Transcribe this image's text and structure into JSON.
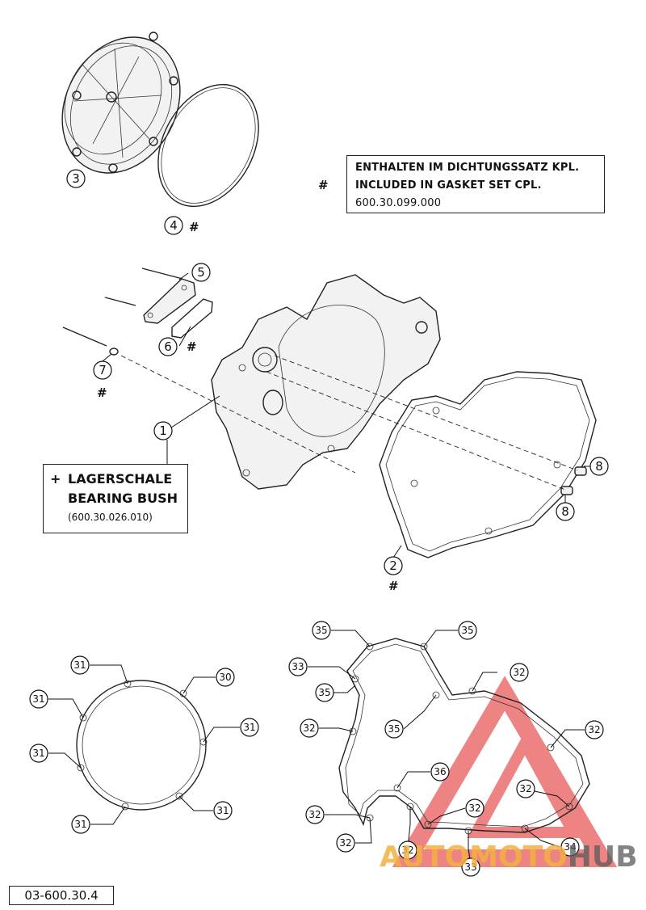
{
  "kit_note": {
    "marker": "#",
    "line1": "ENTHALTEN IM DICHTUNGSSATZ KPL.",
    "line2": "INCLUDED IN GASKET SET CPL.",
    "number": "600.30.099.000"
  },
  "bush_note": {
    "marker": "+",
    "line1": "LAGERSCHALE",
    "line2": "BEARING BUSH",
    "number": "(600.30.026.010)"
  },
  "doc_number": "03-600.30.4",
  "watermark": {
    "part1": "AUTOMOTO",
    "part2": "HUB",
    "color_primary": "#f2b040",
    "color_triangle": "#e85a5a",
    "color_secondary": "#5a5a5a"
  },
  "hash_marker": "#",
  "callouts": {
    "c3": "3",
    "c4": "4",
    "c5": "5",
    "c6": "6",
    "c7": "7",
    "c1": "1",
    "c2": "2",
    "c8a": "8",
    "c8b": "8",
    "g31a": "31",
    "g30": "30",
    "g31b": "31",
    "g31c": "31",
    "g31d": "31",
    "g31e": "31",
    "g31f": "31",
    "h35a": "35",
    "h35b": "35",
    "h33a": "33",
    "h32a": "32",
    "h35c": "35",
    "h35d": "35",
    "h32b": "32",
    "h32c": "32",
    "h36": "36",
    "h32d": "32",
    "h32e": "32",
    "h32f": "32",
    "h32g": "32",
    "h32h": "32",
    "h34": "34",
    "h33b": "33"
  }
}
